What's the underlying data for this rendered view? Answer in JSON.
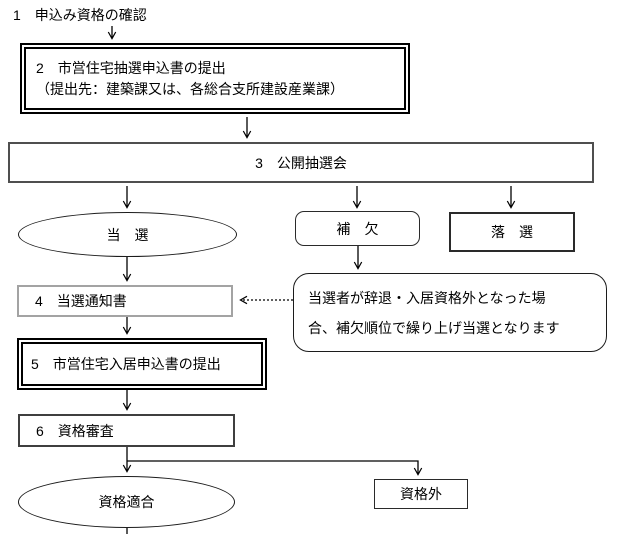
{
  "flowchart": {
    "step1": {
      "label": "1　申込み資格の確認"
    },
    "step2": {
      "line1": "2　市営住宅抽選申込書の提出",
      "line2": "（提出先：建築課又は、各総合支所建設産業課）"
    },
    "step3": {
      "label": "3　公開抽選会"
    },
    "outcome_win": {
      "label": "当　選"
    },
    "outcome_waitlist": {
      "label": "補　欠"
    },
    "outcome_lose": {
      "label": "落　選"
    },
    "step4": {
      "label": "4　当選通知書"
    },
    "note": {
      "line1": "当選者が辞退・入居資格外となった場",
      "line2": "合、補欠順位で繰り上げ当選となります"
    },
    "step5": {
      "label": "5　市営住宅入居申込書の提出"
    },
    "step6": {
      "label": "6　資格審査"
    },
    "outcome_eligible": {
      "label": "資格適合"
    },
    "outcome_ineligible": {
      "label": "資格外"
    }
  },
  "colors": {
    "background": "#ffffff",
    "text": "#000000",
    "line": "#000000",
    "step4_border": "#a3a3a3"
  }
}
